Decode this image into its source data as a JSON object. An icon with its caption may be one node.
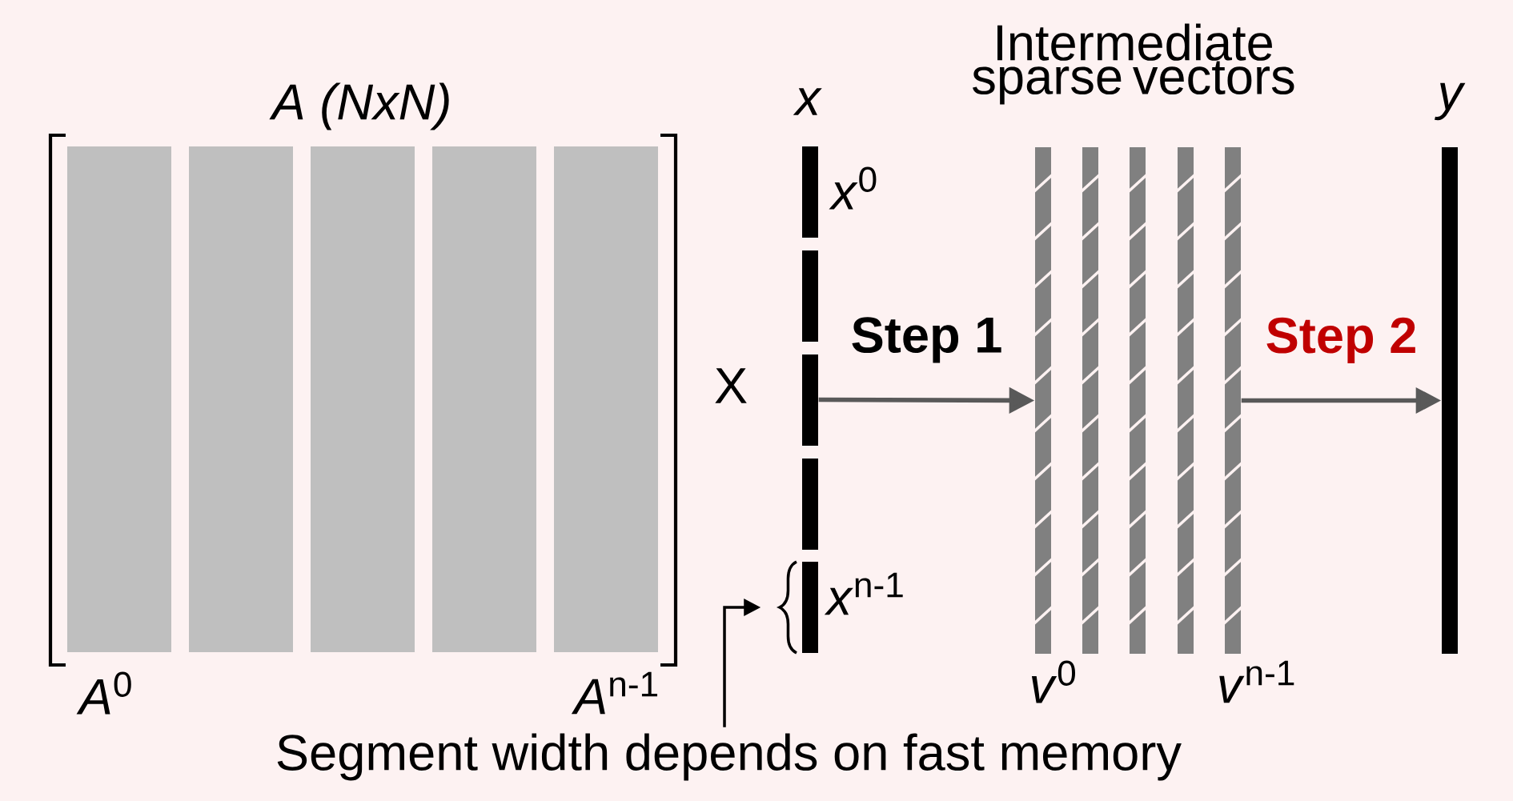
{
  "diagram": {
    "nodes": [
      {
        "text": [
          "A (NxN)"
        ],
        "beside": [
          "*A*$^{0}$",
          "*A*$^{n-1}$"
        ]
      },
      {
        "text": [],
        "shape": "bar",
        "in": 0
      },
      {
        "text": [],
        "shape": "bar",
        "in": 0
      },
      {
        "text": [],
        "shape": "bar",
        "in": 0
      },
      {
        "text": [],
        "shape": "bar",
        "in": 0
      },
      {
        "text": [],
        "shape": "bar",
        "in": 0
      },
      {
        "text": [
          "*x*"
        ],
        "beside": [
          "*x*$^{0}$",
          "*x*$^{n-1}$"
        ]
      },
      {
        "text": [
          "Intermediate sparse vectors"
        ],
        "beside": [
          "*v*$^{0}$",
          "*v*$^{n-1}$"
        ]
      },
      {
        "text": [
          "*y*"
        ]
      },
      {
        "text": [
          "Segment width depends on fast memory"
        ]
      }
    ],
    "edges": [
      {
        "from": 6,
        "to": 7,
        "arrow": "to",
        "label": "Step 1"
      },
      {
        "from": 7,
        "to": 8,
        "arrow": "to",
        "label": "Step 2"
      },
      {
        "from": 9,
        "to": 6,
        "arrow": "to",
        "color": "#000000"
      }
    ],
    "labels": [
      "X"
    ]
  }
}
